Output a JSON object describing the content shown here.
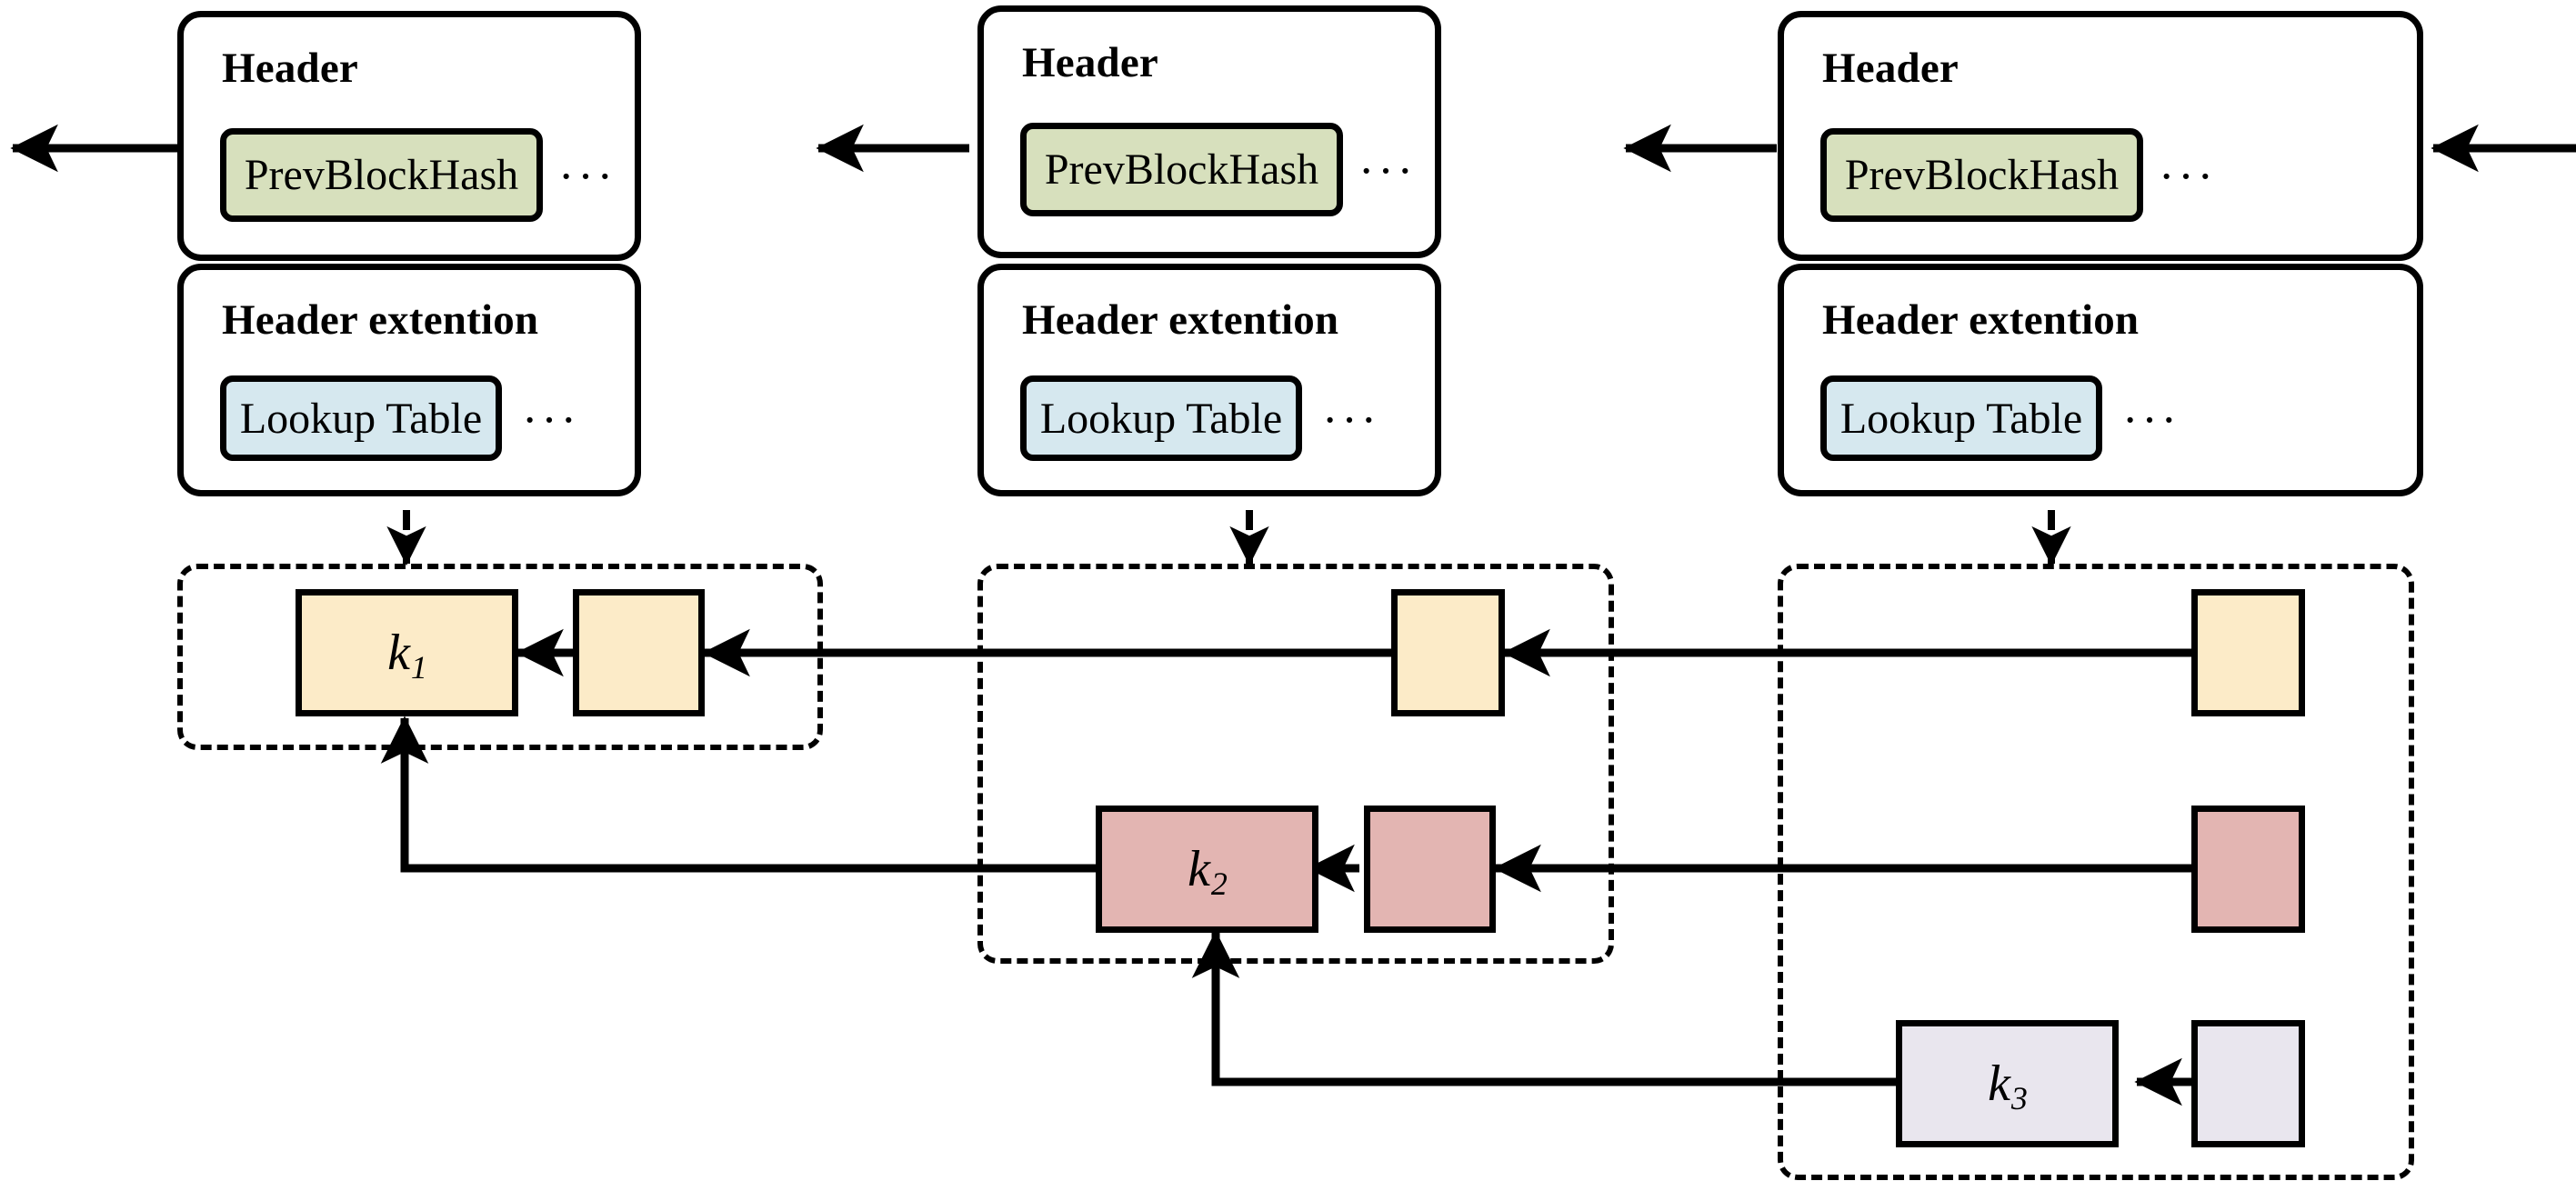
{
  "diagram": {
    "title": "Blockchain block headers with lookup-table chunk chain",
    "colors": {
      "prevblockhash_fill": "#d7e0bd",
      "lookuptable_fill": "#d6e8ef",
      "chunk_row1_fill": "#fcebc8",
      "chunk_row2_fill": "#e3b5b2",
      "chunk_row3_fill": "#e9e6ee",
      "stroke": "#000000",
      "background": "#ffffff"
    },
    "ellipsis": "···",
    "blocks": [
      {
        "header_title": "Header",
        "header_field": "PrevBlockHash",
        "header_ellipsis": "···",
        "extension_title": "Header extention",
        "extension_field": "Lookup Table",
        "extension_ellipsis": "···"
      },
      {
        "header_title": "Header",
        "header_field": "PrevBlockHash",
        "header_ellipsis": "···",
        "extension_title": "Header extention",
        "extension_field": "Lookup Table",
        "extension_ellipsis": "···"
      },
      {
        "header_title": "Header",
        "header_field": "PrevBlockHash",
        "header_ellipsis": "···",
        "extension_title": "Header extention",
        "extension_field": "Lookup Table",
        "extension_ellipsis": "···"
      }
    ],
    "chunk_rows": [
      {
        "row_id": "row-k1",
        "key_label": "k",
        "key_subscript": "1",
        "fill": "#fcebc8",
        "labeled_box_index": 0,
        "box_count": 4
      },
      {
        "row_id": "row-k2",
        "key_label": "k",
        "key_subscript": "2",
        "fill": "#e3b5b2",
        "labeled_box_index": 0,
        "box_count": 4
      },
      {
        "row_id": "row-k3",
        "key_label": "k",
        "key_subscript": "3",
        "fill": "#e9e6ee",
        "labeled_box_index": 0,
        "box_count": 2
      }
    ]
  }
}
